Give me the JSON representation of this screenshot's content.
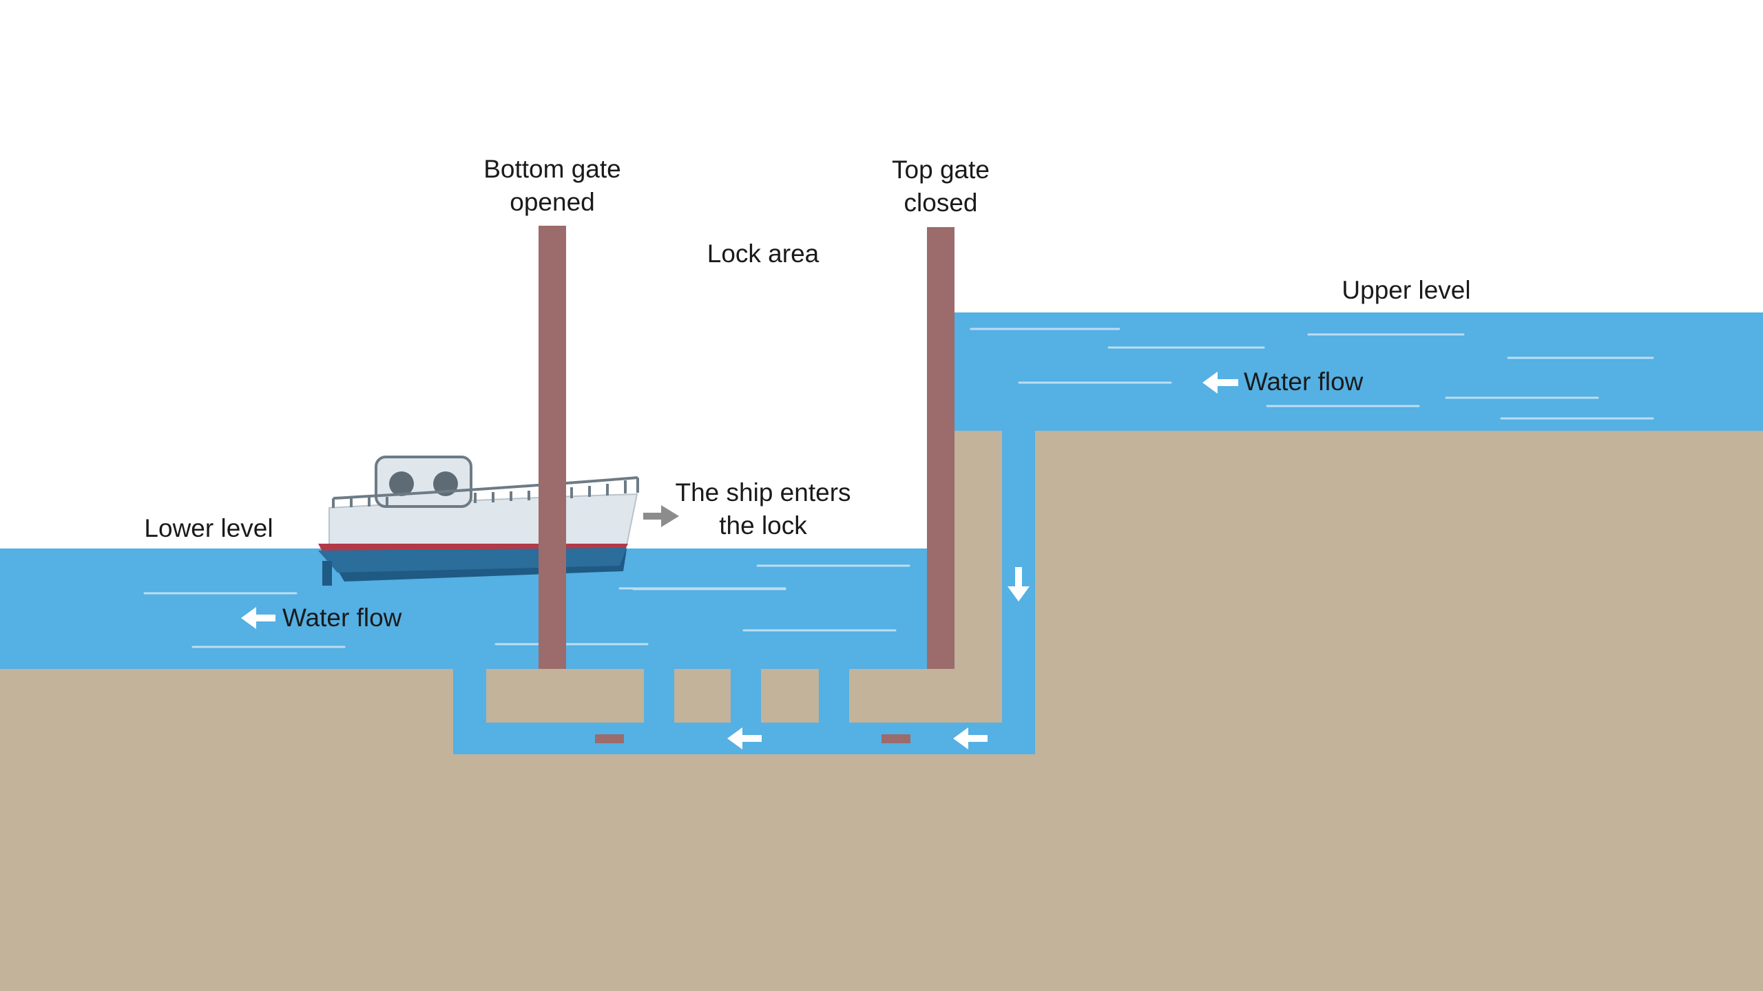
{
  "labels": {
    "bottom_gate_line1": "Bottom gate",
    "bottom_gate_line2": "opened",
    "top_gate_line1": "Top gate",
    "top_gate_line2": "closed",
    "lock_area": "Lock area",
    "upper_level": "Upper level",
    "lower_level": "Lower level",
    "ship_enters_line1": "The ship enters",
    "ship_enters_line2": "the lock",
    "water_flow_upper": "Water flow",
    "water_flow_lower": "Water flow"
  },
  "colors": {
    "water": "#55b0e3",
    "ground": "#c2b39a",
    "gate": "#9c6b6b",
    "arrow": "#ffffff",
    "ship_arrow": "#8c8c8c",
    "hull": "#1f5a84",
    "deck": "#dfe6ec",
    "stripe": "#b23a48"
  }
}
